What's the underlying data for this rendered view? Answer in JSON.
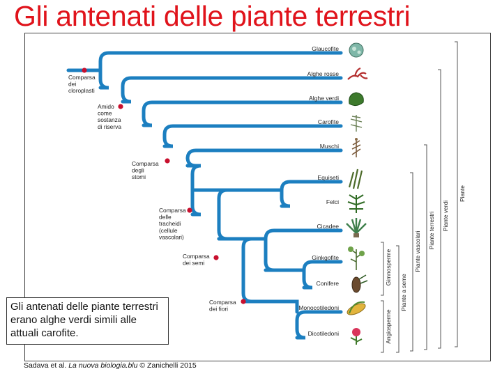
{
  "title": "Gli antenati delle piante terrestri",
  "caption": "Gli antenati delle piante terrestri erano alghe verdi simili alle attuali carofite.",
  "credit": {
    "prefix": "Sadava et al. ",
    "book": "La nuova biologia.blu",
    "suffix": " © Zanichelli 2015"
  },
  "taxa": [
    "Glaucofite",
    "Alghe rosse",
    "Alghe verdi",
    "Carofite",
    "Muschi",
    "Equiseti",
    "Felci",
    "Cicadee",
    "Ginkgofite",
    "Conifere",
    "Monocotiledoni",
    "Dicotiledoni"
  ],
  "events": [
    {
      "lines": [
        "Comparsa",
        "dei",
        "cloroplasti"
      ]
    },
    {
      "lines": [
        "Amido",
        "come",
        "sostanza",
        "di riserva"
      ]
    },
    {
      "lines": [
        "Comparsa",
        "degli",
        "stomi"
      ]
    },
    {
      "lines": [
        "Comparsa",
        "delle",
        "tracheidi",
        "(cellule",
        "vascolari)"
      ]
    },
    {
      "lines": [
        "Comparsa",
        "dei semi"
      ]
    },
    {
      "lines": [
        "Comparsa",
        "dei fiori"
      ]
    }
  ],
  "groups": [
    "Piante",
    "Piante verdi",
    "Piante terrestri",
    "Piante vascolari",
    "Piante a seme",
    "Gimnosperme",
    "Angiosperme"
  ],
  "colors": {
    "title": "#e0131b",
    "branch": "#1c7fc0",
    "event_dot": "#c8102e"
  },
  "icons": [
    "glaucophyte-icon",
    "red-alga-icon",
    "green-alga-icon",
    "charophyte-icon",
    "moss-icon",
    "horsetail-icon",
    "fern-icon",
    "cycad-icon",
    "ginkgo-icon",
    "conifer-icon",
    "monocot-icon",
    "dicot-icon"
  ]
}
